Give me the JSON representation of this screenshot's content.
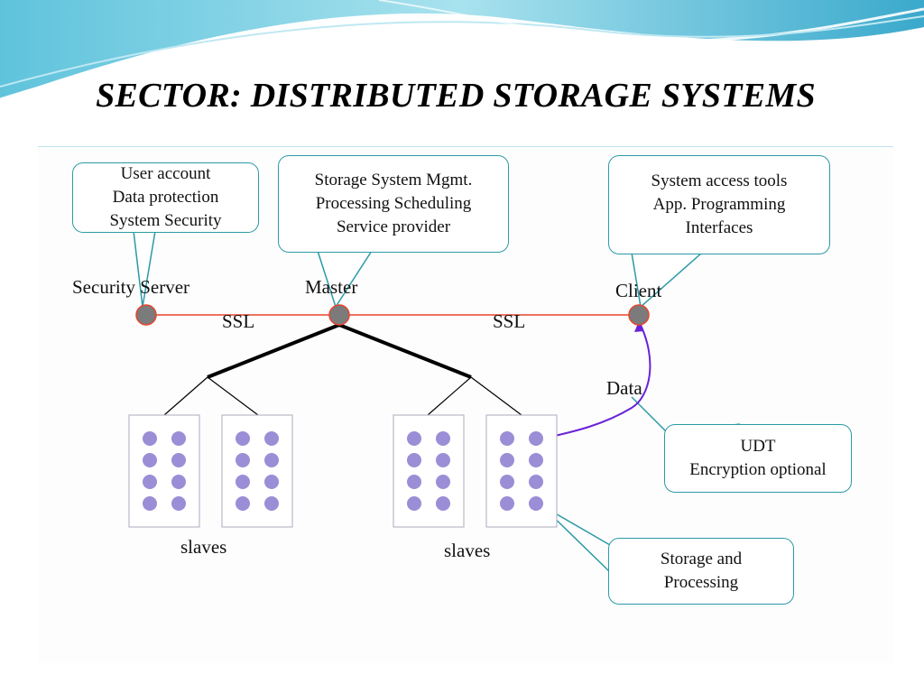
{
  "slide": {
    "title": "SECTOR: DISTRIBUTED STORAGE SYSTEMS"
  },
  "callouts": {
    "security": [
      "User account",
      "Data protection",
      "System Security"
    ],
    "master": [
      "Storage System Mgmt.",
      "Processing Scheduling",
      "Service provider"
    ],
    "client": [
      "System access tools",
      "App. Programming",
      "Interfaces"
    ],
    "data": [
      "UDT",
      "Encryption optional"
    ],
    "storage": [
      "Storage and",
      "Processing"
    ]
  },
  "nodes": {
    "security_server": "Security Server",
    "master": "Master",
    "client": "Client"
  },
  "links": {
    "ssl_left": "SSL",
    "ssl_right": "SSL",
    "data": "Data"
  },
  "clusters": {
    "left_label": "slaves",
    "right_label": "slaves"
  },
  "colors": {
    "node_fill": "#7b7b7b",
    "node_outline": "#e8432d",
    "ssl_line": "#e8432d",
    "data_arrow": "#6a22d8",
    "slave_dot": "#9b8ed6",
    "callout_border": "#2b9aa6"
  }
}
